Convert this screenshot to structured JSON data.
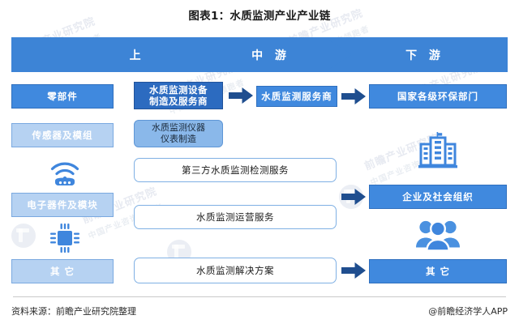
{
  "chart": {
    "title": "图表1：水质监测产业产业链",
    "type": "industry-chain-diagram"
  },
  "stages": {
    "upstream": "上 游",
    "midstream": "中 游",
    "downstream": "下 游"
  },
  "upstream": {
    "header_box": "零部件",
    "items": [
      {
        "label": "传感器及模组",
        "icon": "wifi-router-icon"
      },
      {
        "label": "电子器件及模块",
        "icon": "microchip-icon"
      },
      {
        "label": "其 它",
        "icon": ""
      }
    ]
  },
  "midstream": {
    "header_box": "水质监测设备\n制造及服务商",
    "header_box_line1": "水质监测设备",
    "header_box_line2": "制造及服务商",
    "provider_box": "水质监测服务商",
    "instrument_box_line1": "水质监测仪器",
    "instrument_box_line2": "仪表制造",
    "services": [
      "第三方水质监测检测服务",
      "水质监测运营服务",
      "水质监测解决方案"
    ]
  },
  "downstream": {
    "items": [
      {
        "label": "国家各级环保部门",
        "icon": "building-icon"
      },
      {
        "label": "企业及社会组织",
        "icon": "people-group-icon"
      },
      {
        "label": "其 它",
        "icon": ""
      }
    ]
  },
  "footer": {
    "source": "资料来源：前瞻产业研究院整理",
    "app": "@前瞻经济学人APP"
  },
  "watermark": {
    "text": "前瞻产业研究院",
    "subtext": "中国产业咨询领跑者"
  },
  "colors": {
    "chevron": "#3d84d6",
    "solid_box": "#4089de",
    "dark_box": "#2c6bc0",
    "light_box": "#b6d2f2",
    "mid_round_box": "#8ab8ea",
    "arrow": "#1f4e8f",
    "white_box_border": "#7fb0e4",
    "icon": "#3f86dd"
  }
}
